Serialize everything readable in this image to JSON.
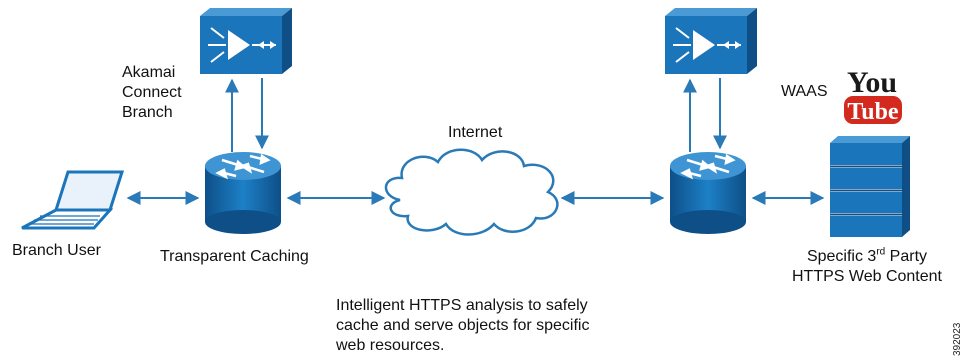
{
  "labels": {
    "akamai": [
      "Akamai",
      "Connect",
      "Branch"
    ],
    "waas": "WAAS",
    "internet": "Internet",
    "branch_user": "Branch User",
    "transparent_caching": "Transparent Caching",
    "third_party_line1_pre": "Specific 3",
    "third_party_line1_sup": "rd",
    "third_party_line1_post": " Party",
    "third_party_line2": "HTTPS Web Content",
    "note": [
      "Intelligent HTTPS analysis to safely",
      "cache and serve objects for specific",
      "web resources."
    ],
    "figure_id": "392023"
  },
  "logo": {
    "top": "You",
    "bottom": "Tube"
  },
  "colors": {
    "device_blue": "#1b75bb",
    "device_dark": "#0f4f86",
    "arrow": "#2a7ab8",
    "cloud": "#2a7ab8",
    "youtube_red": "#d3291f"
  }
}
